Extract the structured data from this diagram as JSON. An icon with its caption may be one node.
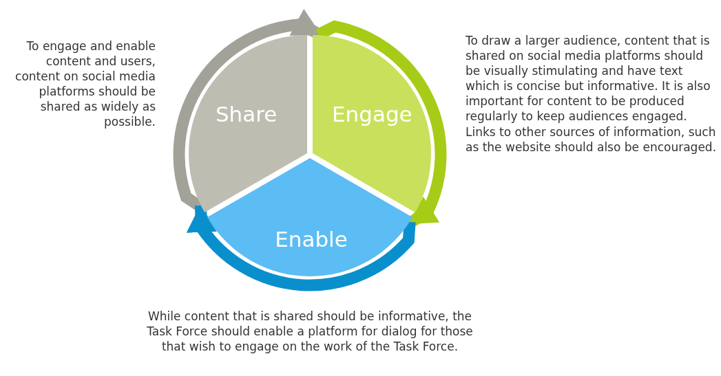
{
  "diagram": {
    "nodes": [
      {
        "text": [
          "Share"
        ],
        "beside": [
          "To engage and enable content and users, content on social media platforms should be shared as widely as possible."
        ]
      },
      {
        "text": [
          "Engage"
        ],
        "beside": [
          "To draw a larger audience, content that is shared on social media platforms should be visually stimulating and have text which is concise but informative. It is also important for content to be produced regularly to keep audiences engaged. Links to other sources of information, such as the website should also be encouraged."
        ]
      },
      {
        "text": [
          "Enable"
        ],
        "beside": [
          "While content that is shared should be informative, the Task Force should enable a platform for dialog for those that wish to engage on the work of the Task Force."
        ]
      }
    ],
    "edges": [
      {
        "from": 0,
        "to": 1,
        "arrow": "to",
        "color": "#a3a298"
      },
      {
        "from": 1,
        "to": 2,
        "arrow": "to",
        "color": "#a6cc17"
      },
      {
        "from": 2,
        "to": 0,
        "arrow": "to",
        "color": "#0a8fcd"
      }
    ]
  }
}
